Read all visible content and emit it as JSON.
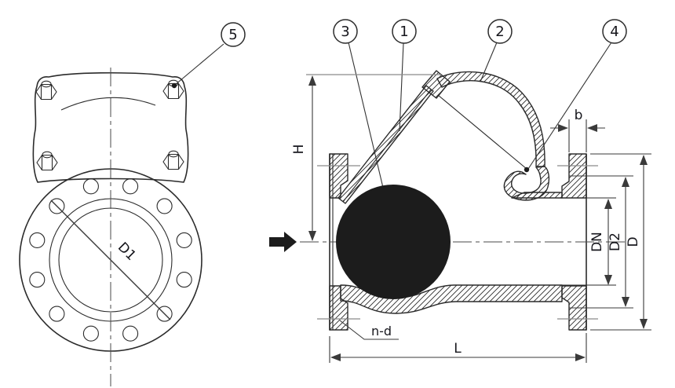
{
  "drawing_type": "ball-check-valve-technical-drawing",
  "colors": {
    "background": "#ffffff",
    "line": "#2b2b2b",
    "dimension_line": "#3a3a3a",
    "label_text": "#16161c",
    "ball_fill": "#1c1c1c"
  },
  "callouts": {
    "c1": "1",
    "c2": "2",
    "c3": "3",
    "c4": "4",
    "c5": "5"
  },
  "labels": {
    "height": "H",
    "flange_thickness": "b",
    "nominal_bore": "DN",
    "raised_face_diameter": "D2",
    "flange_outer_diameter": "D",
    "face_to_face_length": "L",
    "bolt_holes": "n-d",
    "bolt_circle_diameter": "D1"
  },
  "icons": {
    "flow_arrow": "flow-direction-arrow"
  }
}
